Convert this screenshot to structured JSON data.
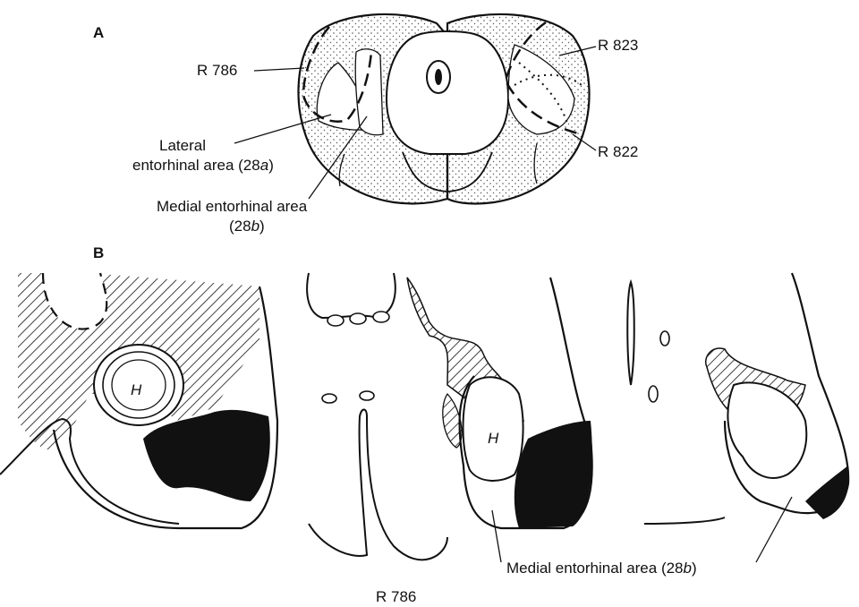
{
  "panel_a": {
    "label": "A",
    "labels": {
      "r786": "R 786",
      "r823": "R 823",
      "r822": "R 822",
      "lateral_line1": "Lateral",
      "lateral_line2a": "entorhinal area (28",
      "lateral_line2b": "a",
      "lateral_line2c": ")",
      "medial_line1": "Medial entorhinal area",
      "medial_line2a": "(28",
      "medial_line2b": "b",
      "medial_line2c": ")"
    }
  },
  "panel_b": {
    "label": "B",
    "hippocampus_label": "H",
    "medial_a": "Medial entorhinal area (28",
    "medial_b": "b",
    "medial_c": ")",
    "caption": "R 786"
  }
}
